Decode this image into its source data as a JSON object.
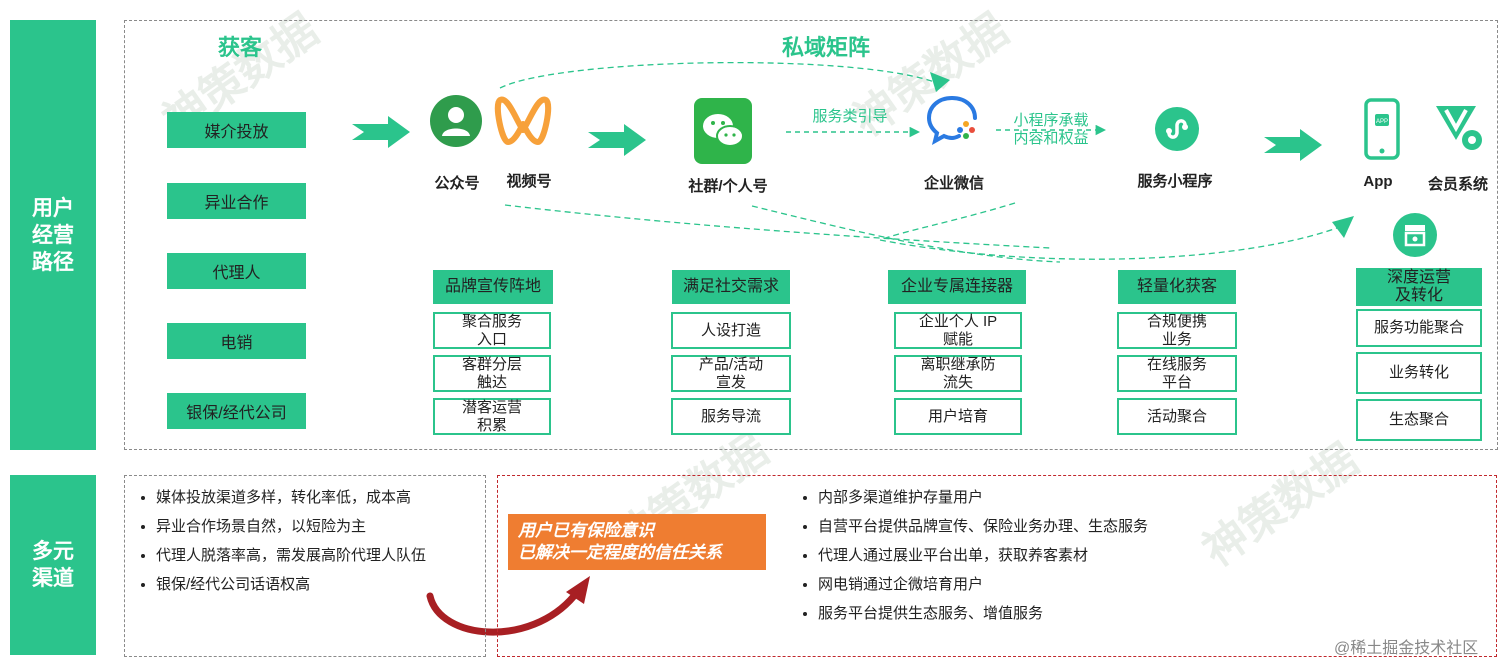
{
  "sections": {
    "path_label": "用户\n经营\n路径",
    "channel_label": "多元\n渠道"
  },
  "headings": {
    "acquire": "获客",
    "private": "私域矩阵"
  },
  "sources": [
    "媒介投放",
    "异业合作",
    "代理人",
    "电销",
    "银保/经代公司"
  ],
  "nodes": {
    "gzh": "公众号",
    "sph": "视频号",
    "shequn": "社群/个人号",
    "qywx": "企业微信",
    "xcx": "服务小程序",
    "app": "App",
    "member": "会员系统"
  },
  "flow_labels": {
    "service_guide": "服务类引导",
    "mini_carry": "小程序承载\n内容和权益"
  },
  "columns": [
    {
      "title": "品牌宣传阵地",
      "items": [
        "聚合服务\n入口",
        "客群分层\n触达",
        "潜客运营\n积累"
      ]
    },
    {
      "title": "满足社交需求",
      "items": [
        "人设打造",
        "产品/活动\n宣发",
        "服务导流"
      ]
    },
    {
      "title": "企业专属连接器",
      "items": [
        "企业个人 IP\n赋能",
        "离职继承防\n流失",
        "用户培育"
      ]
    },
    {
      "title": "轻量化获客",
      "items": [
        "合规便携\n业务",
        "在线服务\n平台",
        "活动聚合"
      ]
    },
    {
      "title": "深度运营\n及转化",
      "items": [
        "服务功能聚合",
        "业务转化",
        "生态聚合"
      ]
    }
  ],
  "left_bullets": [
    "媒体投放渠道多样，转化率低，成本高",
    "异业合作场景自然，以短险为主",
    "代理人脱落率高，需发展高阶代理人队伍",
    "银保/经代公司话语权高"
  ],
  "callout": "用户已有保险意识\n已解决一定程度的信任关系",
  "right_bullets": [
    "内部多渠道维护存量用户",
    "自营平台提供品牌宣传、保险业务办理、生态服务",
    "代理人通过展业平台出单，获取养客素材",
    "网电销通过企微培育用户",
    "服务平台提供生态服务、增值服务"
  ],
  "icon_text": {
    "app_badge": "APP"
  },
  "watermark": "神策数据",
  "footer": "@稀土掘金技术社区",
  "colors": {
    "brand_green": "#2bc48c",
    "dash_gray": "#8a8a8a",
    "red_dash": "#c0282d",
    "callout_orange": "#ef7d31",
    "video_orange": "#f7a13a"
  }
}
